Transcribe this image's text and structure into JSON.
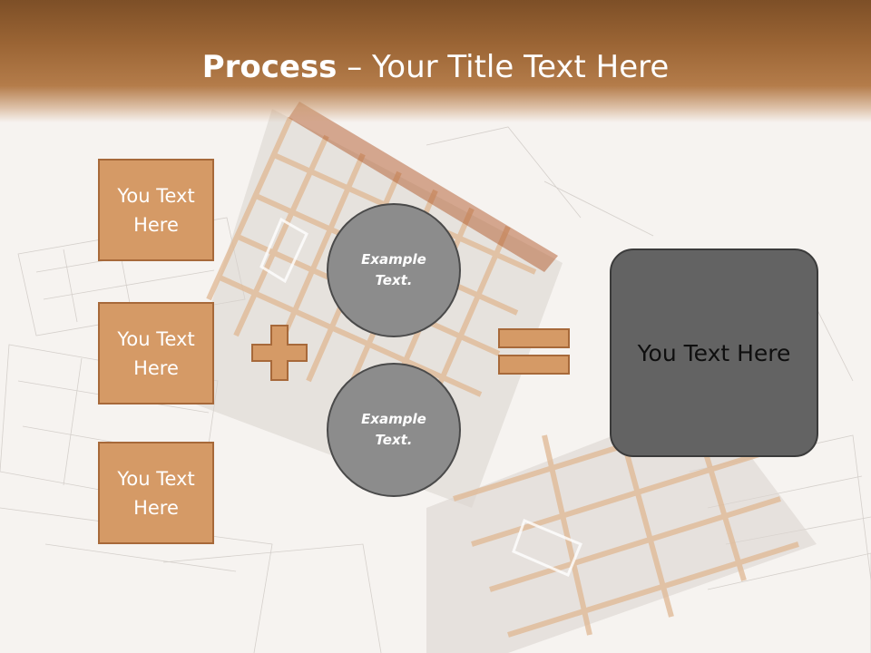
{
  "slide": {
    "title_bold": "Process",
    "title_rest": " – Your Title Text Here",
    "left_boxes": [
      {
        "text": "You Text Here"
      },
      {
        "text": "You Text Here"
      },
      {
        "text": "You Text Here"
      }
    ],
    "circles": [
      {
        "text": "Example Text."
      },
      {
        "text": "Example Text."
      }
    ],
    "result_text": "You Text Here",
    "operators": [
      "plus-icon",
      "equals-icon"
    ]
  },
  "colors": {
    "header_dark": "#7d4f27",
    "box_fill": "#d59a66",
    "box_border": "#a7693a",
    "circle_fill": "#8c8c8c",
    "result_fill": "#636363"
  }
}
